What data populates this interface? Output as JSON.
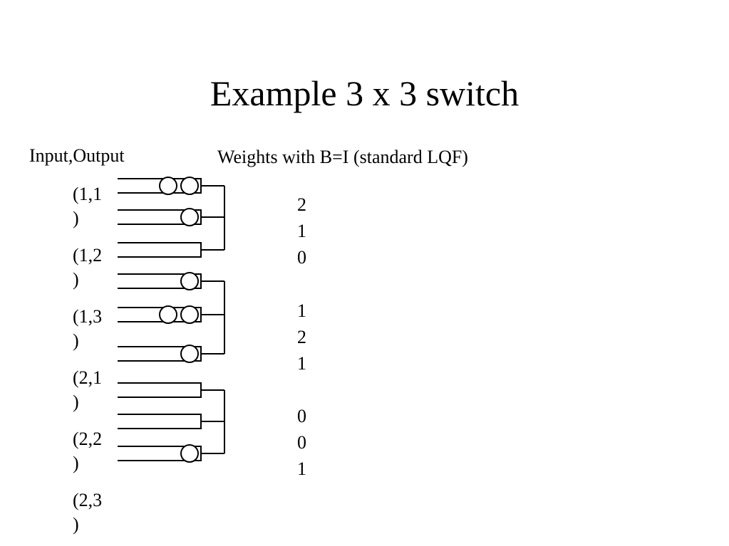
{
  "title": "Example 3 x 3 switch",
  "headers": {
    "input_output": "Input,Output",
    "weights": "Weights with B=I (standard LQF)"
  },
  "queues": [
    {
      "label_line1": "(1,1",
      "label_line2": ")",
      "packets": 2,
      "weight": "2"
    },
    {
      "label_line1": "(1,2",
      "label_line2": ")",
      "packets": 1,
      "weight": "1"
    },
    {
      "label_line1": "(1,3",
      "label_line2": ")",
      "packets": 0,
      "weight": "0"
    },
    {
      "label_line1": "(2,1",
      "label_line2": ")",
      "packets": 1,
      "weight": "1"
    },
    {
      "label_line1": "(2,2",
      "label_line2": ")",
      "packets": 2,
      "weight": "2"
    },
    {
      "label_line1": "(2,3",
      "label_line2": ")",
      "packets": 1,
      "weight": "1"
    },
    {
      "label_line1": "",
      "label_line2": "",
      "packets": 0,
      "weight": "0"
    },
    {
      "label_line1": "",
      "label_line2": "",
      "packets": 0,
      "weight": "0"
    },
    {
      "label_line1": "",
      "label_line2": "",
      "packets": 1,
      "weight": "1"
    }
  ],
  "colors": {
    "line": "#000000",
    "background": "#ffffff"
  }
}
